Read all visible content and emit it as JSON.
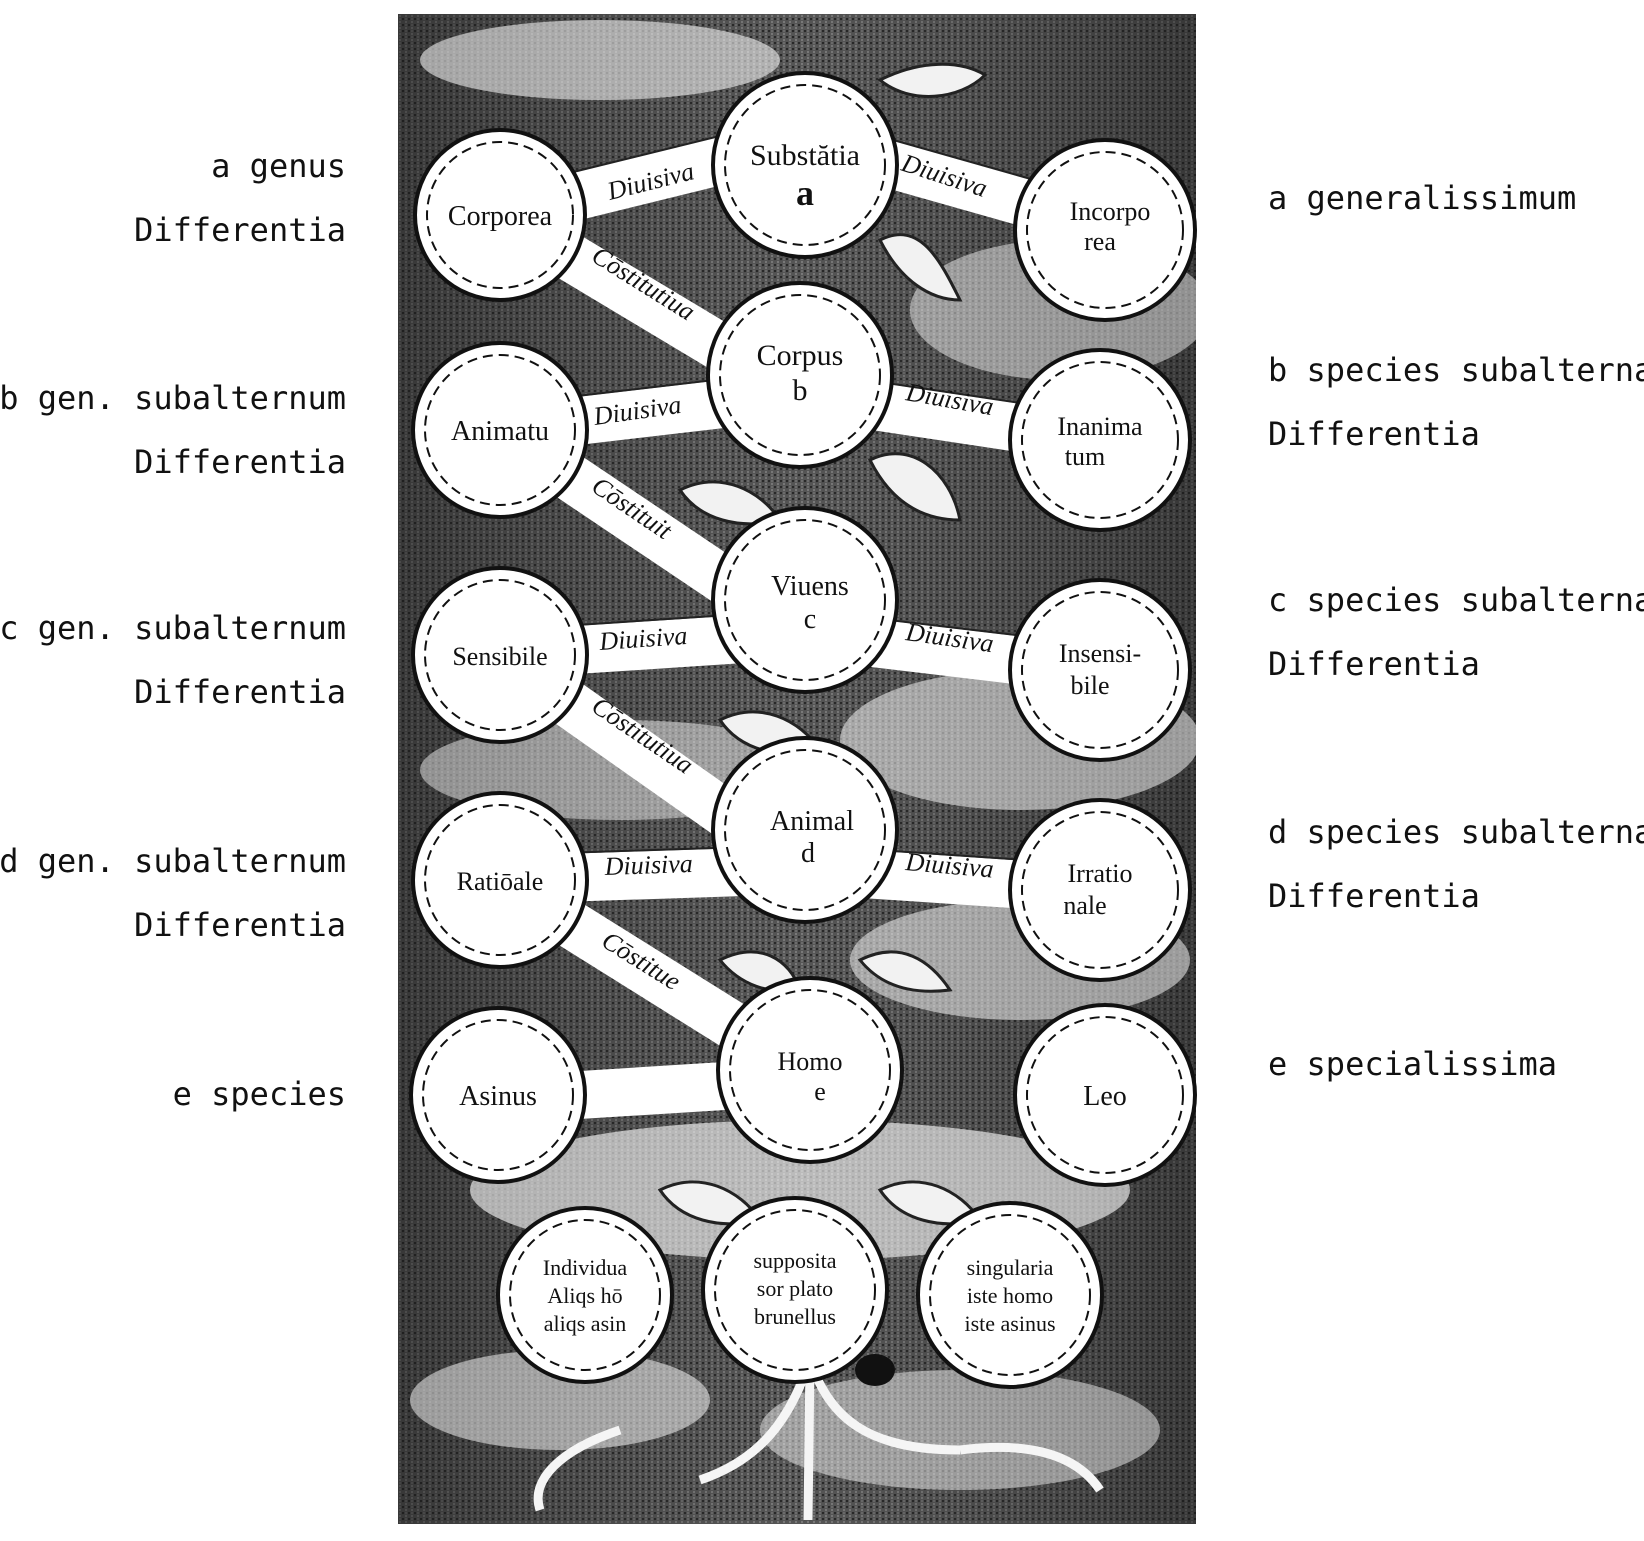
{
  "left_labels": [
    {
      "line1": "a genus",
      "line2": "Differentia"
    },
    {
      "line1": "b gen. subalternum",
      "line2": "Differentia"
    },
    {
      "line1": "c gen. subalternum",
      "line2": "Differentia"
    },
    {
      "line1": "d gen. subalternum",
      "line2": "Differentia"
    },
    {
      "line1": "e species",
      "line2": ""
    }
  ],
  "right_labels": [
    {
      "line1": "a generalissimum",
      "line2": ""
    },
    {
      "line1": "b species subalterna",
      "line2": "Differentia"
    },
    {
      "line1": "c species subalterna",
      "line2": "Differentia"
    },
    {
      "line1": "d species subalterna",
      "line2": "Differentia"
    },
    {
      "line1": "e specialissima",
      "line2": ""
    }
  ],
  "center_nodes": [
    {
      "line1": "Substătia",
      "line2": "a"
    },
    {
      "line1": "Corpus",
      "line2": "b"
    },
    {
      "line1": "Viuens",
      "line2": "c"
    },
    {
      "line1": "Animal",
      "line2": "d"
    },
    {
      "line1": "Homo",
      "line2": "e"
    }
  ],
  "left_nodes": [
    {
      "line1": "Corporea",
      "line2": ""
    },
    {
      "line1": "Animatu",
      "line2": ""
    },
    {
      "line1": "Sensibile",
      "line2": ""
    },
    {
      "line1": "Ratiōale",
      "line2": ""
    },
    {
      "line1": "Asinus",
      "line2": ""
    }
  ],
  "right_nodes": [
    {
      "line1": "Incorpo",
      "line2": "rea"
    },
    {
      "line1": "Inanima",
      "line2": "tum"
    },
    {
      "line1": "Insensi-",
      "line2": "bile"
    },
    {
      "line1": "Irratio",
      "line2": "nale"
    },
    {
      "line1": "Leo",
      "line2": ""
    }
  ],
  "bottom_nodes": [
    {
      "line1": "Individua",
      "line2": "Aliqs hō",
      "line3": "aliqs asin"
    },
    {
      "line1": "supposita",
      "line2": "sor plato",
      "line3": "brunellus"
    },
    {
      "line1": "singularia",
      "line2": "iste homo",
      "line3": "iste asinus"
    }
  ],
  "band_labels": {
    "divisiva": "Diuisiva",
    "constitutiva": "Cōstitutiua",
    "constituit": "Cōstituit",
    "constitue": "Cōstitue"
  }
}
